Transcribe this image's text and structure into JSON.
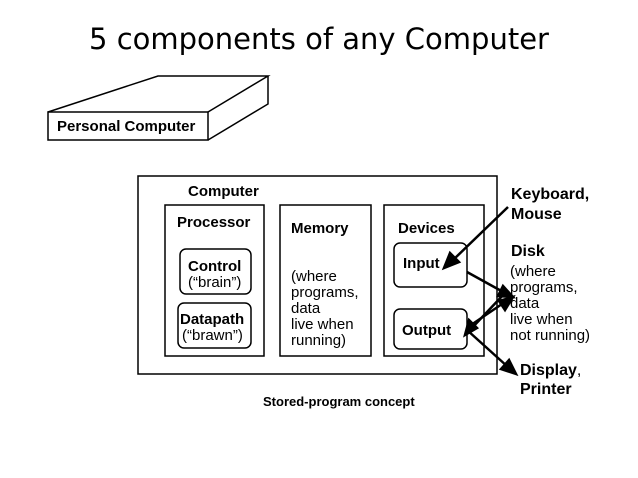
{
  "title": "5 components of any Computer",
  "pc_label": "Personal Computer",
  "computer_label": "Computer",
  "processor": {
    "label": "Processor",
    "control": {
      "name": "Control",
      "note": "(“brain”)"
    },
    "datapath": {
      "name": "Datapath",
      "note": "(“brawn”)"
    }
  },
  "memory": {
    "label": "Memory",
    "note_lines": [
      "(where",
      "programs,",
      "data",
      "live when",
      "running)"
    ]
  },
  "devices": {
    "label": "Devices",
    "input": "Input",
    "output": "Output"
  },
  "right": {
    "keyboard": [
      "Keyboard,",
      "Mouse"
    ],
    "disk": "Disk",
    "disk_note": [
      "(where",
      "programs,",
      "data",
      "live when",
      "not running)"
    ],
    "display": [
      "Display",
      ",",
      "Printer"
    ]
  },
  "caption": "Stored-program concept"
}
